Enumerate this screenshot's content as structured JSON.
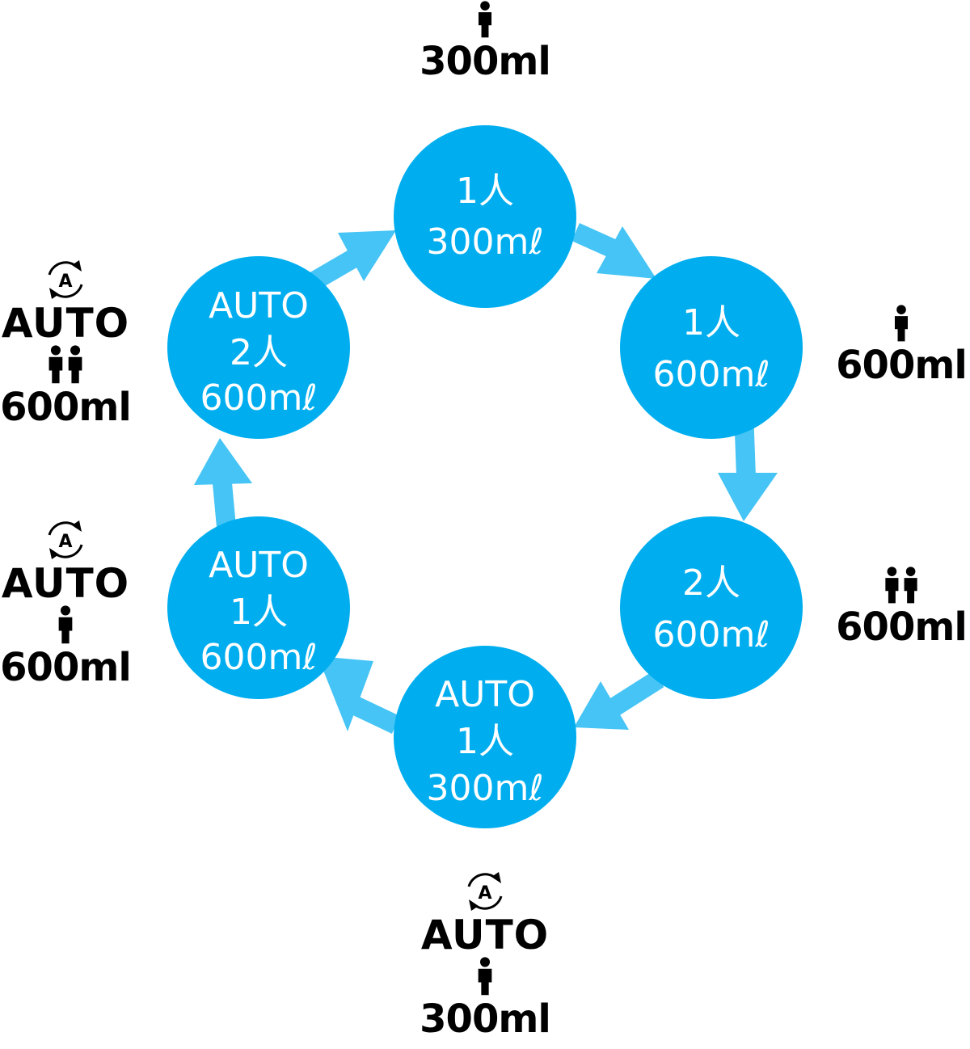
{
  "colors": {
    "node": "#00aeef",
    "arrow": "#45c4f5",
    "text_dark": "#000000",
    "text_light": "#ffffff"
  },
  "nodes": [
    {
      "lines": [
        "1人",
        "300mℓ"
      ]
    },
    {
      "lines": [
        "1人",
        "600mℓ"
      ]
    },
    {
      "lines": [
        "2人",
        "600mℓ"
      ]
    },
    {
      "lines": [
        "AUTO",
        "1人",
        "300mℓ"
      ]
    },
    {
      "lines": [
        "AUTO",
        "1人",
        "600mℓ"
      ]
    },
    {
      "lines": [
        "AUTO",
        "2人",
        "600mℓ"
      ]
    }
  ],
  "displays": {
    "top": {
      "volume": "300ml",
      "icon": "person-icon"
    },
    "right_upper": {
      "volume": "600ml",
      "icon": "person-icon"
    },
    "right_lower": {
      "volume": "600ml",
      "icon": "two-persons-icon"
    },
    "bottom": {
      "auto": "AUTO",
      "volume": "300ml",
      "mode_icon": "auto-cycle-icon",
      "icon": "person-icon"
    },
    "left_lower": {
      "auto": "AUTO",
      "volume": "600ml",
      "mode_icon": "auto-cycle-icon",
      "icon": "person-icon"
    },
    "left_upper": {
      "auto": "AUTO",
      "volume": "600ml",
      "mode_icon": "auto-cycle-icon",
      "icon": "two-persons-icon"
    }
  }
}
